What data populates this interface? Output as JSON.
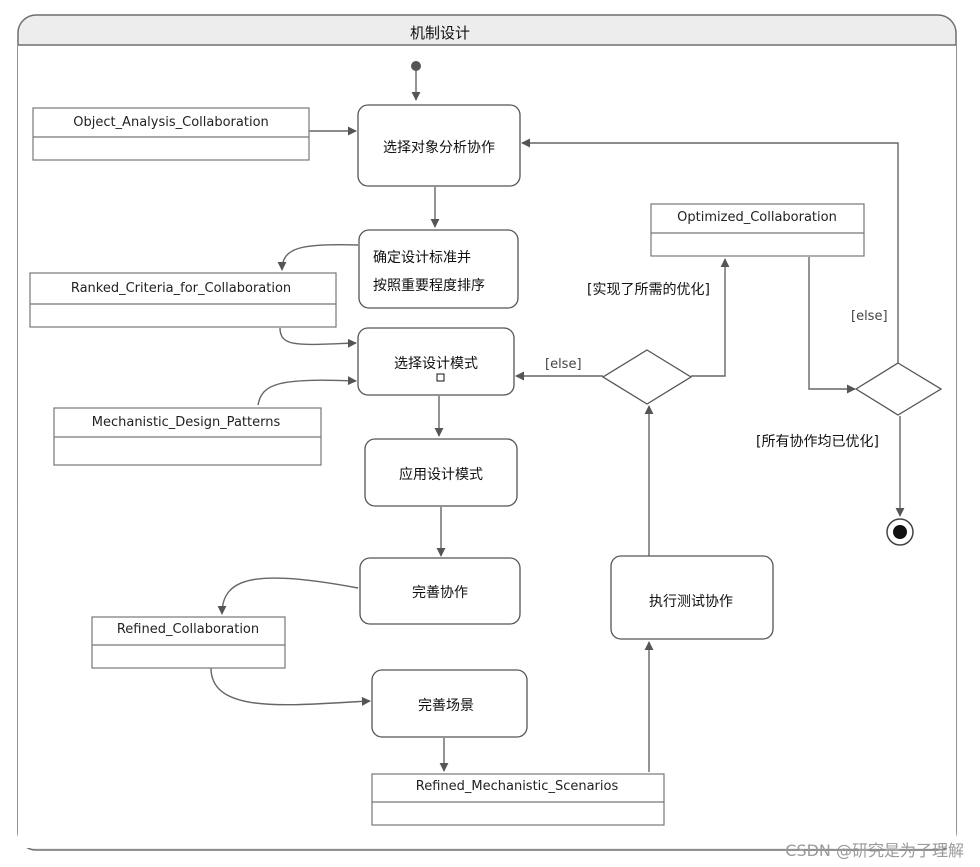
{
  "diagram": {
    "title": "机制设计",
    "activities": {
      "select_analysis": "选择对象分析协作",
      "criteria_line1": "确定设计标准并",
      "criteria_line2": "按照重要程度排序",
      "select_patterns": "选择设计模式",
      "apply_patterns": "应用设计模式",
      "refine_collab": "完善协作",
      "refine_scenarios": "完善场景",
      "execute_tests": "执行测试协作"
    },
    "objects": {
      "object_analysis": "Object_Analysis_Collaboration",
      "ranked_criteria": "Ranked_Criteria_for_Collaboration",
      "mechanistic_patterns": "Mechanistic_Design_Patterns",
      "refined_collaboration": "Refined_Collaboration",
      "refined_scenarios": "Refined_Mechanistic_Scenarios",
      "optimized_collaboration": "Optimized_Collaboration"
    },
    "guards": {
      "else_left": "[else]",
      "optimization_achieved": "[实现了所需的优化]",
      "else_right": "[else]",
      "all_optimized": "[所有协作均已优化]"
    },
    "watermark": "CSDN @研究是为了理解",
    "colors": {
      "frame_fill": "#ededed",
      "border": "#6e6e6e",
      "text": "#111111",
      "watermark": "#9a9a9a"
    }
  }
}
